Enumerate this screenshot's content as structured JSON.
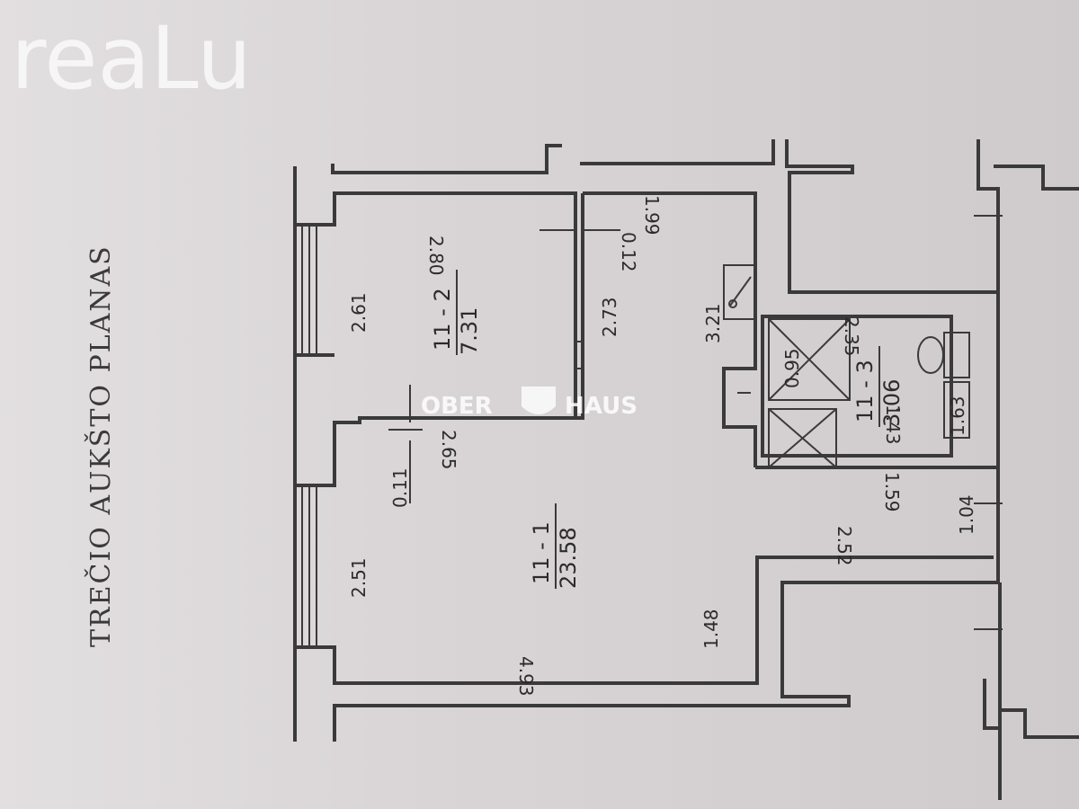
{
  "brand_logo": "reaLu",
  "title": "TREČIO AUKŠTO PLANAS",
  "watermark": {
    "left": "OBER",
    "right": "HAUS"
  },
  "rooms": [
    {
      "id": "11 - 2",
      "area": "7.31"
    },
    {
      "id": "11 - 1",
      "area": "23.58"
    },
    {
      "id": "11 - 3",
      "area": "3.06"
    }
  ],
  "dimensions": {
    "d_2_80": "2.80",
    "d_2_61": "2.61",
    "d_2_73": "2.73",
    "d_1_99": "1.99",
    "d_0_12": "0.12",
    "d_3_21": "3.21",
    "d_2_65": "2.65",
    "d_0_11": "0.11",
    "d_2_51": "2.51",
    "d_1_48": "1.48",
    "d_4_93": "4.93",
    "d_2_52": "2.52",
    "d_1_04": "1.04",
    "d_1_59": "1.59",
    "d_0_95": "0.95",
    "d_2_35": "2.35",
    "d_1_43": "1.43",
    "d_1_63": "1.63"
  },
  "colors": {
    "paper": "#dcd8da",
    "ink": "#3a3a3a",
    "watermark": "#ffffff"
  }
}
